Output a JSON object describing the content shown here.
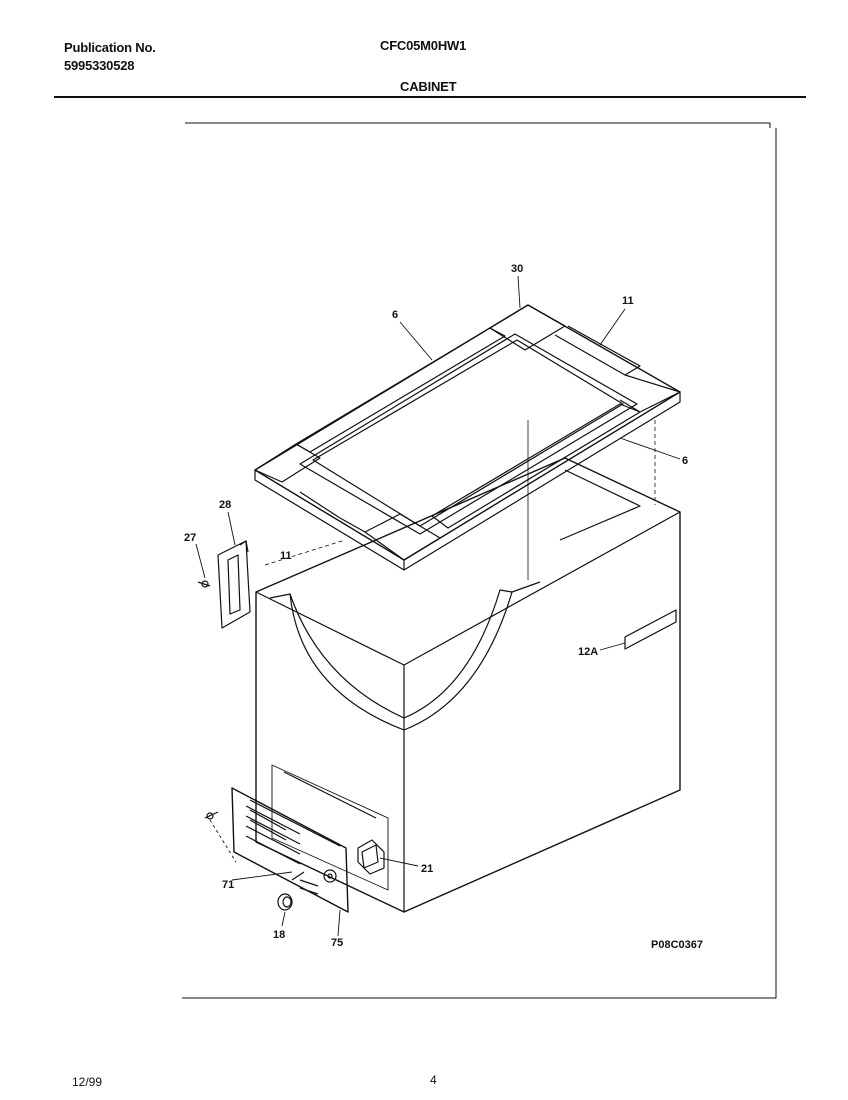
{
  "header": {
    "publication_label": "Publication No.",
    "publication_number": "5995330528",
    "model_number": "CFC05M0HW1",
    "section_title": "CABINET"
  },
  "diagram": {
    "callouts": {
      "c30": "30",
      "c6_top": "6",
      "c11_top": "11",
      "c6_right": "6",
      "c28": "28",
      "c27": "27",
      "c11_left": "11",
      "c12a": "12A",
      "c21": "21",
      "c71": "71",
      "c18": "18",
      "c75": "75"
    },
    "drawing_code": "P08C0367"
  },
  "footer": {
    "date": "12/99",
    "page": "4"
  }
}
